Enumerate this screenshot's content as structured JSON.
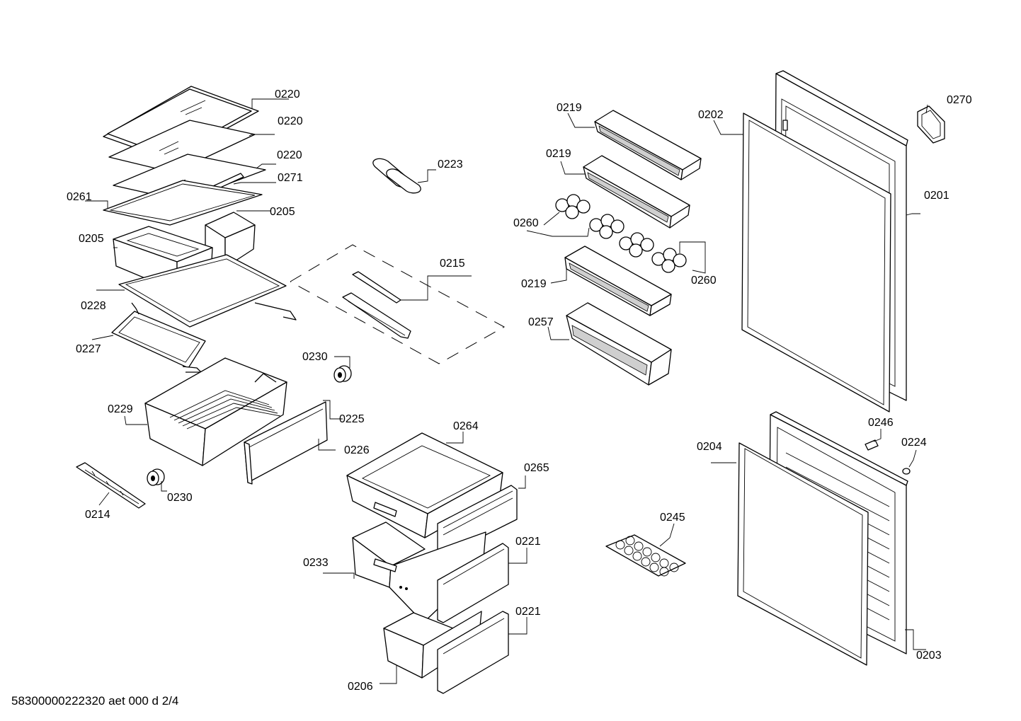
{
  "document": {
    "footer_code": "58300000222320 aet 000 d 2/4"
  },
  "labels": {
    "p0220a": "0220",
    "p0220b": "0220",
    "p0220c": "0220",
    "p0271": "0271",
    "p0261": "0261",
    "p0205a": "0205",
    "p0205b": "0205",
    "p0228": "0228",
    "p0227": "0227",
    "p0223": "0223",
    "p0215": "0215",
    "p0230a": "0230",
    "p0229": "0229",
    "p0225": "0225",
    "p0226": "0226",
    "p0230b": "0230",
    "p0214": "0214",
    "p0219a": "0219",
    "p0219b": "0219",
    "p0219c": "0219",
    "p0260a": "0260",
    "p0260b": "0260",
    "p0257": "0257",
    "p0202": "0202",
    "p0270": "0270",
    "p0201": "0201",
    "p0264": "0264",
    "p0265": "0265",
    "p0221a": "0221",
    "p0233": "0233",
    "p0221b": "0221",
    "p0206": "0206",
    "p0246": "0246",
    "p0224": "0224",
    "p0204": "0204",
    "p0245": "0245",
    "p0203": "0203"
  }
}
